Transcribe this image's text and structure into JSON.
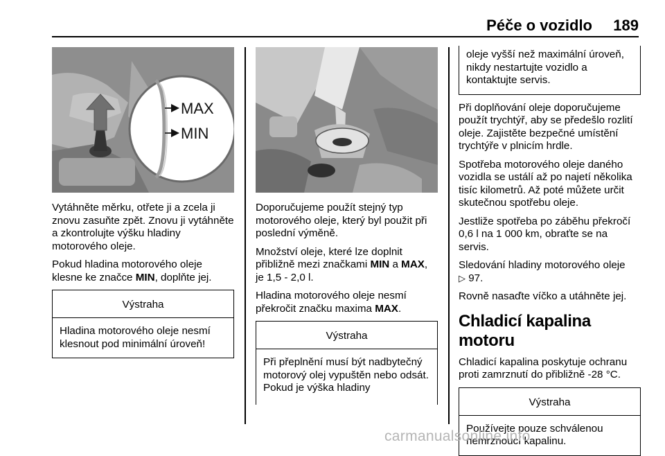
{
  "header": {
    "title": "Péče o vozidlo",
    "page_number": "189"
  },
  "column1": {
    "figure": {
      "label_max": "MAX",
      "label_min": "MIN"
    },
    "paragraphs": [
      {
        "text": "Vytáhněte měrku, otřete ji a zcela ji znovu zasuňte zpět. Znovu ji vytáhněte a zkontrolujte výšku hladiny motorového oleje."
      },
      {
        "before": "Pokud hladina motorového oleje klesne ke značce ",
        "bold": "MIN",
        "after": ", doplňte jej."
      }
    ],
    "warning": {
      "heading": "Výstraha",
      "body": "Hladina motorového oleje nesmí klesnout pod minimální úroveň!"
    }
  },
  "column2": {
    "paragraphs": [
      {
        "text": "Doporučujeme použít stejný typ motorového oleje, který byl použit při poslední výměně."
      },
      {
        "before": "Množství oleje, které lze doplnit přibližně mezi značkami ",
        "bold1": "MIN",
        "mid": " a ",
        "bold2": "MAX",
        "after": ", je 1,5 - 2,0 l."
      },
      {
        "before": "Hladina motorového oleje nesmí překročit značku maxima ",
        "bold": "MAX",
        "after": "."
      }
    ],
    "warning": {
      "heading": "Výstraha",
      "body": "Při přeplnění musí být nadbytečný motorový olej vypuštěn nebo odsát. Pokud je výška hladiny"
    }
  },
  "column3": {
    "warning_continued": "oleje vyšší než maximální úroveň, nikdy nestartujte vozidlo a kontaktujte servis.",
    "paragraphs": [
      {
        "text": "Při doplňování oleje doporučujeme použít trychtýř, aby se předešlo rozlití oleje. Zajistěte bezpečné umístění trychtýře v plnicím hrdle."
      },
      {
        "text": "Spotřeba motorového oleje daného vozidla se ustálí až po najetí několika tisíc kilometrů. Až poté můžete určit skutečnou spotřebu oleje."
      },
      {
        "text": "Jestliže spotřeba po záběhu překročí 0,6 l na 1 000 km, obraťte se na servis."
      },
      {
        "text": "Sledování hladiny motorového oleje",
        "ref": "97"
      },
      {
        "text": "Rovně nasaďte víčko a utáhněte jej."
      }
    ],
    "section_title": "Chladicí kapalina motoru",
    "section_paragraph": "Chladicí kapalina poskytuje ochranu proti zamrznutí do přibližně -28 °C.",
    "warning": {
      "heading": "Výstraha",
      "body": "Používejte pouze schválenou nemrznoucí kapalinu."
    }
  },
  "watermark": "carmanualsonline.info"
}
